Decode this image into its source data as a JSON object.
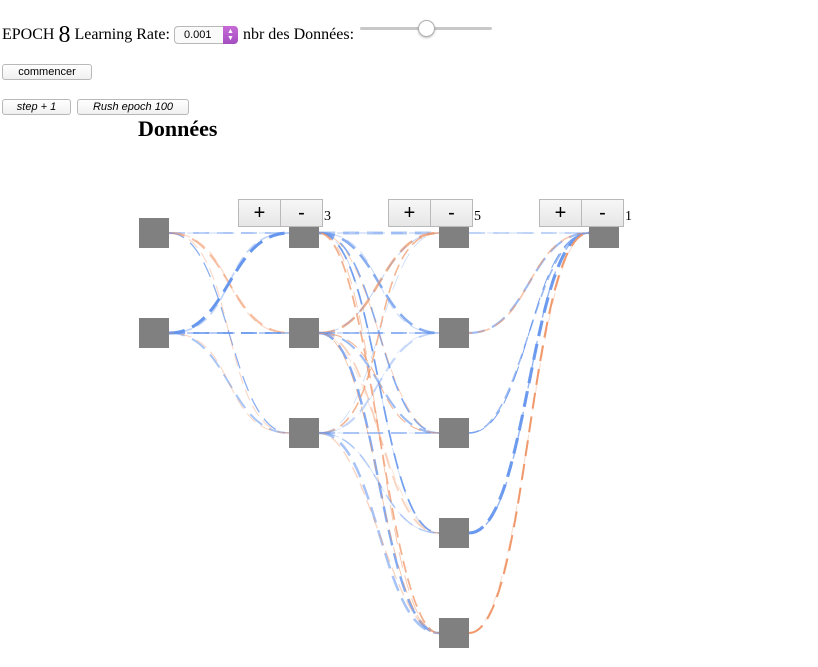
{
  "header": {
    "epoch_label": "EPOCH",
    "epoch_value": "8",
    "learning_rate_label": "Learning Rate:",
    "learning_rate_value": "0.001",
    "data_count_label": "nbr des Données:",
    "data_count_slider_fraction": 0.5
  },
  "buttons": {
    "start": "commencer",
    "step": "step + 1",
    "rush": "Rush epoch 100"
  },
  "title": "Données",
  "layers": [
    {
      "neurons": 2
    },
    {
      "neurons": 3,
      "count_label": "3",
      "plus": "+",
      "minus": "-"
    },
    {
      "neurons": 5,
      "count_label": "5",
      "plus": "+",
      "minus": "-"
    },
    {
      "neurons": 1,
      "count_label": "1",
      "plus": "+",
      "minus": "-"
    }
  ],
  "colors": {
    "neuron": "#808080",
    "positive_weight": "#6495ed",
    "negative_weight": "#f0986a"
  }
}
